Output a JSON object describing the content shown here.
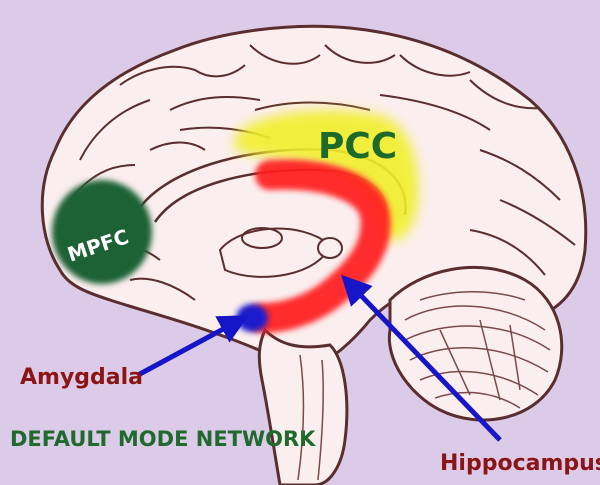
{
  "labels": {
    "pcc": "PCC",
    "mpfc": "MPFC",
    "amygdala": "Amygdala",
    "hippocampus": "Hippocampus",
    "title": "DEFAULT MODE NETWORK"
  },
  "colors": {
    "background": "#dccbe8",
    "brain_fill": "#fbeeee",
    "brain_line": "#5a2e2e",
    "pcc_region": "#f2ef2a",
    "pcc_text": "#1d6a2a",
    "mpfc_region": "#1f6236",
    "mpfc_text": "#ffffff",
    "limbic_arc": "#ff1a1a",
    "amygdala_region": "#1a1acc",
    "arrow": "#1616c8",
    "amygdala_text": "#8b1414",
    "hippocampus_text": "#8b1414",
    "title_text": "#1f6a2c"
  }
}
